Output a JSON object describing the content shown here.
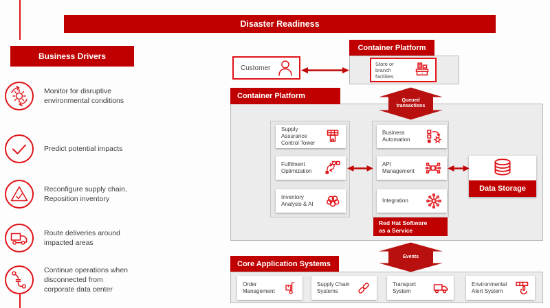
{
  "colors": {
    "brand_red": "#c00000",
    "icon_red": "#e01218",
    "fat_arrow_red": "#b8100e",
    "panel_gray": "#ececec"
  },
  "banner": {
    "title": "Disaster Readiness"
  },
  "business_drivers": {
    "header": "Business Drivers",
    "items": [
      {
        "icon": "cycle-gear-icon",
        "label": "Monitor for disruptive\nenvironmental conditions"
      },
      {
        "icon": "check-circle-icon",
        "label": "Predict potential impacts"
      },
      {
        "icon": "triangle-check-icon",
        "label": "Reconfigure supply chain,\nReposition inventory"
      },
      {
        "icon": "truck-circle-icon",
        "label": "Route deliveries around\nimpacted areas"
      },
      {
        "icon": "disconnected-circuit-icon",
        "label": "Continue operations when\ndisconnected from\ncorporate data center"
      }
    ]
  },
  "edge_platform": {
    "header": "Container Platform",
    "customer": {
      "label": "Customer",
      "icon": "person-icon"
    },
    "store": {
      "label": "Store or\nbranch\nfacilities",
      "icon": "cash-register-icon"
    }
  },
  "core_platform": {
    "header": "Container Platform",
    "left_column": [
      {
        "label": "Supply\nAssurance\nControl Tower",
        "icon": "control-tower-icon"
      },
      {
        "label": "Fulfilment\nOptimization",
        "icon": "fulfilment-icon"
      },
      {
        "label": "Inventory\nAnalysis & AI",
        "icon": "ai-brain-icon"
      }
    ],
    "right_column": [
      {
        "label": "Business\nAutomation",
        "icon": "automation-icon"
      },
      {
        "label": "API\nManagement",
        "icon": "api-icon"
      },
      {
        "label": "Integration",
        "icon": "integration-icon"
      }
    ],
    "saas_label": "Red Hat Software\nas a Service"
  },
  "data_storage": {
    "label": "Data Storage",
    "icon": "database-icon"
  },
  "arrows": {
    "queued": "Queued\ntransactions",
    "events": "Events"
  },
  "core_systems": {
    "header": "Core Application Systems",
    "items": [
      {
        "label": "Order\nManagement",
        "icon": "hand-truck-icon"
      },
      {
        "label": "Supply Chain\nSystems",
        "icon": "chain-icon"
      },
      {
        "label": "Transport\nSystem",
        "icon": "delivery-truck-icon"
      },
      {
        "label": "Environmental\nAlert System",
        "icon": "alert-press-icon"
      }
    ]
  }
}
